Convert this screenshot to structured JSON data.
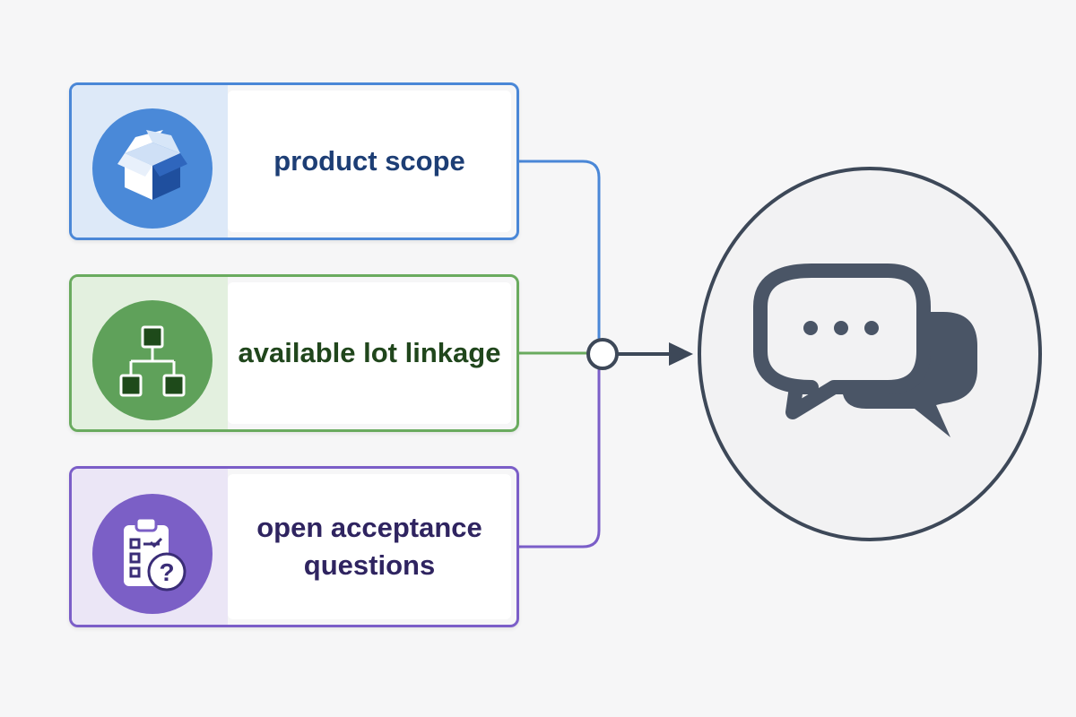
{
  "inputs": [
    {
      "label": "product scope",
      "icon": "open-box-icon",
      "color": "#4a87d7"
    },
    {
      "label": "available lot linkage",
      "icon": "hierarchy-icon",
      "color": "#6aab5f"
    },
    {
      "label": "open acceptance\nquestions",
      "icon": "clipboard-question-icon",
      "color": "#7b5ec8"
    }
  ],
  "output": {
    "icon": "chat-bubbles-icon",
    "color": "#4a5566"
  }
}
